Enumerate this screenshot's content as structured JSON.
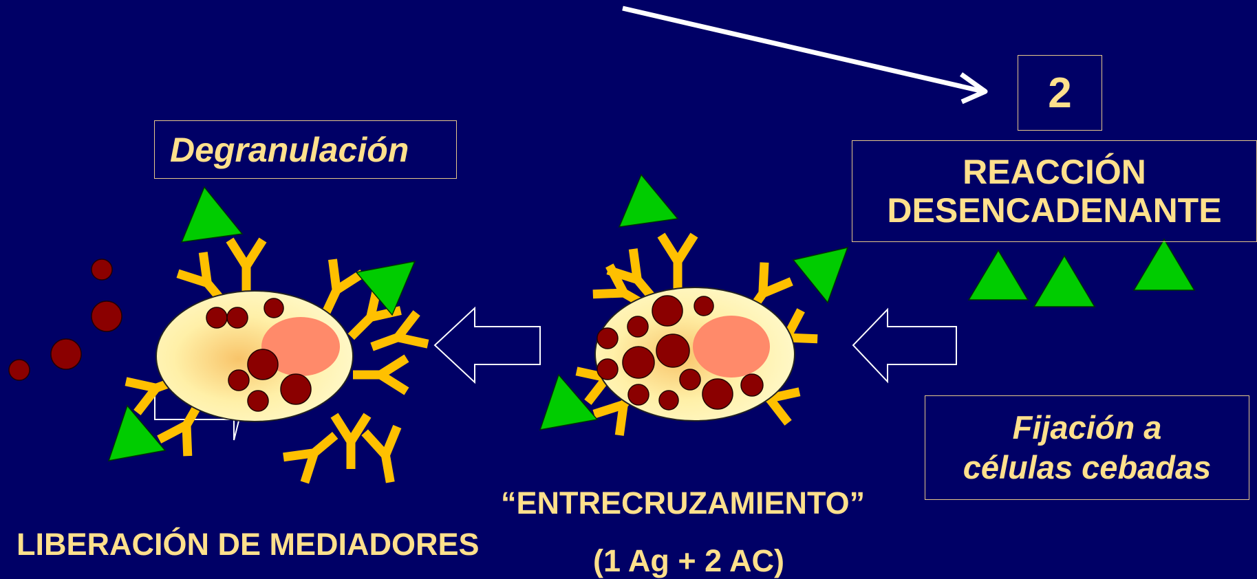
{
  "number_box": {
    "text": "2"
  },
  "reaction_box": {
    "line1": "REACCIÓN",
    "line2": "DESENCADENANTE"
  },
  "degranulation_box": {
    "text": "Degranulación"
  },
  "fixation_box": {
    "line1": "Fijación a",
    "line2": "células cebadas"
  },
  "crosslink_label": {
    "line1": "“ENTRECRUZAMIENTO”",
    "line2": "(1 Ag + 2 AC)"
  },
  "release_label": {
    "text": "LIBERACIÓN DE MEDIADORES"
  },
  "colors": {
    "background": "#000066",
    "label_text": "#FFE08C",
    "antigen": "#00CC00",
    "antibody": "#FFC000",
    "granule": "#8B0000",
    "nucleus": "#FF8A6A",
    "cell": "#FFF6B4",
    "arrow": "#FFFFFF"
  }
}
